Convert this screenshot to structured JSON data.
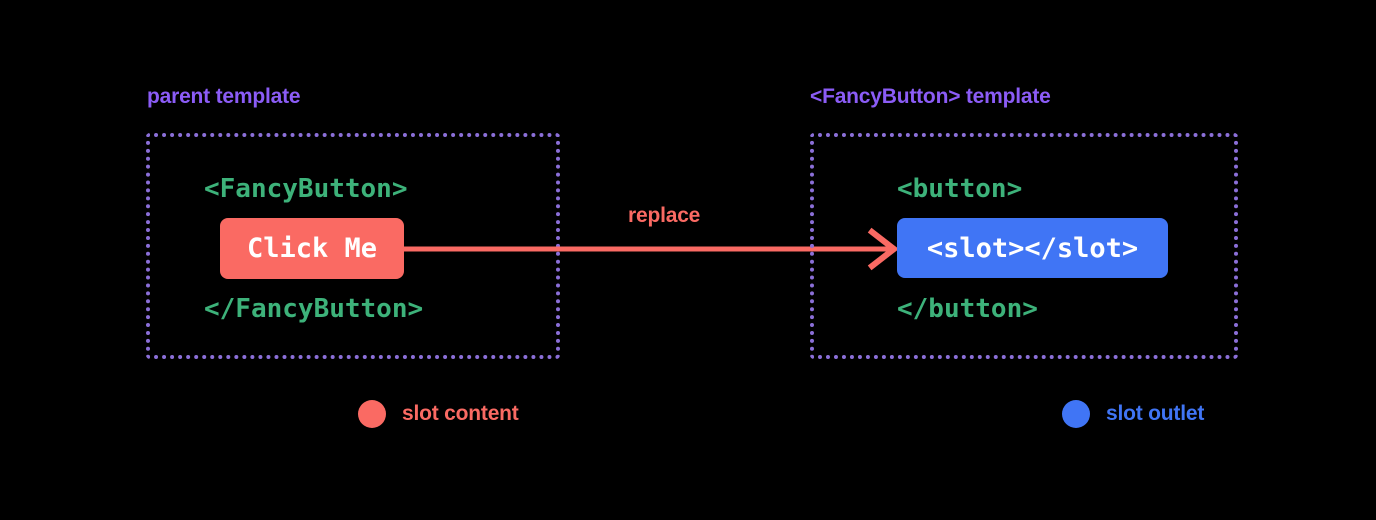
{
  "theme": {
    "background": "#000000",
    "heading_purple": "#8b5cf6",
    "border_purple": "#8b6fd8",
    "code_green": "#3db27a",
    "slot_content_red": "#fa6a63",
    "slot_outlet_blue": "#4075f5",
    "chip_text": "#ffffff"
  },
  "panels": {
    "parent": {
      "heading": "parent template",
      "code_open": "<FancyButton>",
      "chip_label": "Click Me",
      "code_close": "</FancyButton>"
    },
    "fancy": {
      "heading": "<FancyButton> template",
      "code_open": "<button>",
      "chip_label": "<slot></slot>",
      "code_close": "</button>"
    }
  },
  "arrow": {
    "label": "replace",
    "direction": "left-to-right",
    "color": "#fa6a63"
  },
  "legend": [
    {
      "label": "slot content",
      "color": "#fa6a63",
      "marker": "circle"
    },
    {
      "label": "slot outlet",
      "color": "#4075f5",
      "marker": "circle"
    }
  ]
}
